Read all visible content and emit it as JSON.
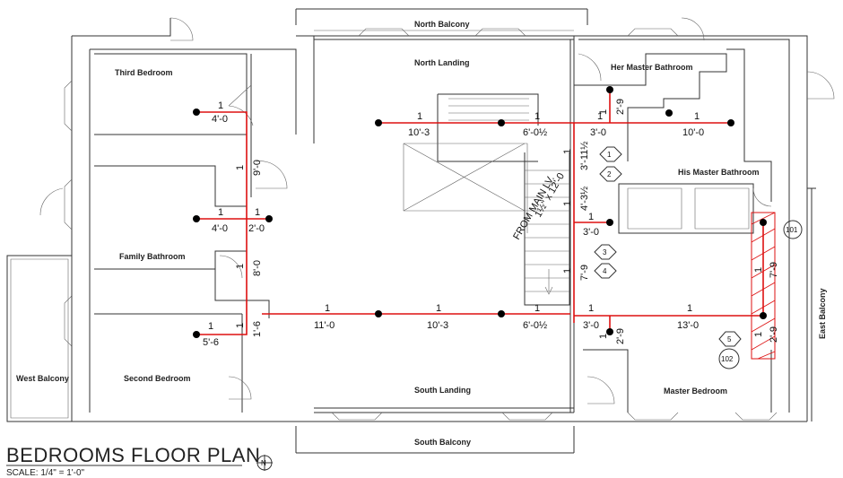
{
  "rooms": {
    "north_balcony": "North Balcony",
    "north_landing": "North Landing",
    "third_bedroom": "Third Bedroom",
    "her_master_bathroom": "Her Master Bathroom",
    "his_master_bathroom": "His Master Bathroom",
    "family_bathroom": "Family Bathroom",
    "west_balcony": "West Balcony",
    "second_bedroom": "Second Bedroom",
    "south_landing": "South Landing",
    "master_bedroom": "Master Bedroom",
    "south_balcony": "South Balcony",
    "east_balcony": "East Balcony"
  },
  "dimensions": {
    "d_third_bed_len": "4'-0",
    "d_third_bed_qty": "1",
    "d_nl_left_len": "10'-3",
    "d_nl_left_qty": "1",
    "d_nl_mid_len": "6'-0½",
    "d_nl_mid_qty": "1",
    "d_nl_c_len": "3'-0",
    "d_nl_c_qty": "1",
    "d_nl_right_len": "10'-0",
    "d_nl_right_qty": "1",
    "d_her_vert": "2'-9",
    "d_her_vert_qty": "1",
    "d_vert_9": "9'-0",
    "d_vert_9_qty": "1",
    "d_fam_left_len": "4'-0",
    "d_fam_left_qty": "1",
    "d_fam_right_len": "2'-0",
    "d_fam_right_qty": "1",
    "d_vert_8": "8'-0",
    "d_vert_8_qty": "1",
    "d_vert_16": "1'-6",
    "d_vert_16_qty": "1",
    "d_sec_bed_len": "5'-6",
    "d_sec_bed_qty": "1",
    "d_sl_a_len": "11'-0",
    "d_sl_a_qty": "1",
    "d_sl_b_len": "10'-3",
    "d_sl_b_qty": "1",
    "d_sl_c_len": "6'-0½",
    "d_sl_c_qty": "1",
    "d_sl_d_len": "3'-0",
    "d_sl_d_qty": "1",
    "d_sl_e_len": "13'-0",
    "d_sl_e_qty": "1",
    "d_sl_vert": "2'-9",
    "d_sl_vert_qty": "1",
    "d_mid_vert_a": "3'-11½",
    "d_mid_vert_a_qty": "1",
    "d_mid_vert_b": "4'-3½",
    "d_mid_vert_b_qty": "1",
    "d_mid_c_len": "3'-0",
    "d_mid_c_qty": "1",
    "d_mid_vert_c": "7'-9",
    "d_mid_vert_c_qty": "1",
    "d_east_vert_a": "7'-9",
    "d_east_vert_a_qty": "1",
    "d_east_vert_b": "2'-9",
    "d_east_vert_b_qty": "1",
    "riser_note_1": "1½\" x 12'-0",
    "riser_note_2": "FROM MAIN LV."
  },
  "tags": {
    "hex_1": "1",
    "hex_2": "2",
    "hex_3": "3",
    "hex_4": "4",
    "hex_5": "5",
    "circle_101": "101",
    "circle_102": "102"
  },
  "title": "BEDROOMS FLOOR PLAN",
  "scale": "SCALE: 1/4\" = 1'-0\"",
  "north_arrow": "N",
  "colors": {
    "pipe": "#dd1111",
    "walls": "#333333",
    "background": "#ffffff"
  }
}
